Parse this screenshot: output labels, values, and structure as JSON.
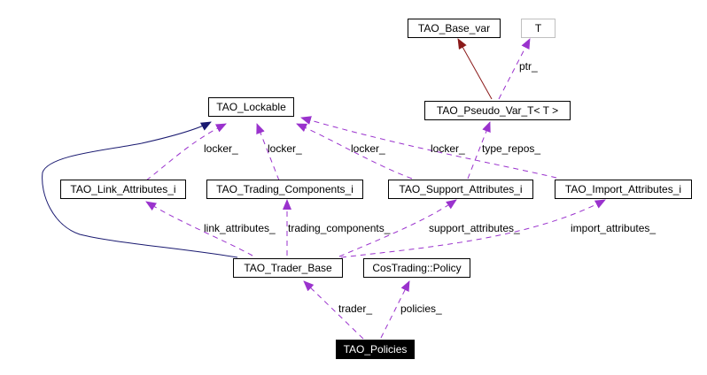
{
  "diagram": {
    "nodes": {
      "base_var": {
        "label": "TAO_Base_var"
      },
      "t": {
        "label": "T"
      },
      "pseudo_var": {
        "label": "TAO_Pseudo_Var_T< T >"
      },
      "lockable": {
        "label": "TAO_Lockable"
      },
      "link_attrs": {
        "label": "TAO_Link_Attributes_i"
      },
      "trading_comps": {
        "label": "TAO_Trading_Components_i"
      },
      "support_attrs": {
        "label": "TAO_Support_Attributes_i"
      },
      "import_attrs": {
        "label": "TAO_Import_Attributes_i"
      },
      "trader_base": {
        "label": "TAO_Trader_Base"
      },
      "policy": {
        "label": "CosTrading::Policy"
      },
      "policies": {
        "label": "TAO_Policies"
      }
    },
    "edge_labels": {
      "ptr": "ptr_",
      "locker_link": "locker_",
      "locker_trading": "locker_",
      "locker_support": "locker_",
      "locker_import": "locker_",
      "type_repos": "type_repos_",
      "link_attributes": "link_attributes_",
      "trading_components": "trading_components_",
      "support_attributes": "support_attributes_",
      "import_attributes": "import_attributes_",
      "trader": "trader_",
      "policies": "policies_"
    },
    "colors": {
      "inheritance": "#191970",
      "private_inheritance": "#8b1a1a",
      "usage": "#9a32cd",
      "template_border": "#bfbfbf"
    }
  }
}
